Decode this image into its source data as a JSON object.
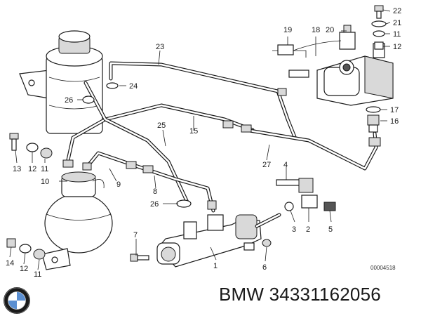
{
  "caption": "BMW 34331162056",
  "ref_code": "00004518",
  "brand_logo": "bmw-roundel-logo",
  "callouts": {
    "c1": "1",
    "c2": "2",
    "c3": "3",
    "c4": "4",
    "c5": "5",
    "c6": "6",
    "c7": "7",
    "c8": "8",
    "c9": "9",
    "c10": "10",
    "c11a": "11",
    "c11b": "11",
    "c11c": "11",
    "c12a": "12",
    "c12b": "12",
    "c12c": "12",
    "c13": "13",
    "c14": "14",
    "c15": "15",
    "c16": "16",
    "c17": "17",
    "c18": "18",
    "c19": "19",
    "c20": "20",
    "c21": "21",
    "c22": "22",
    "c23": "23",
    "c24": "24",
    "c25": "25",
    "c26a": "26",
    "c26b": "26",
    "c27": "27"
  }
}
